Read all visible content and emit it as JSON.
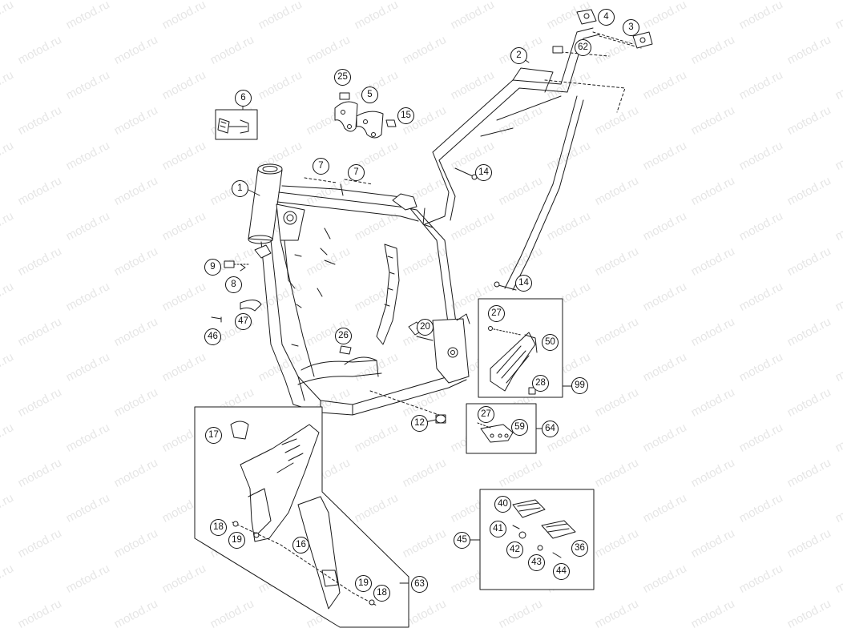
{
  "diagram": {
    "watermark_text": "motod.ru",
    "callouts": {
      "c1": "1",
      "c2": "2",
      "c3": "3",
      "c4": "4",
      "c5": "5",
      "c6": "6",
      "c7a": "7",
      "c7b": "7",
      "c8": "8",
      "c9": "9",
      "c12": "12",
      "c14a": "14",
      "c14b": "14",
      "c15": "15",
      "c16": "16",
      "c17": "17",
      "c18a": "18",
      "c18b": "18",
      "c19a": "19",
      "c19b": "19",
      "c20": "20",
      "c25": "25",
      "c26": "26",
      "c27a": "27",
      "c27b": "27",
      "c28": "28",
      "c36": "36",
      "c40": "40",
      "c41": "41",
      "c42": "42",
      "c43": "43",
      "c44": "44",
      "c45": "45",
      "c46": "46",
      "c47": "47",
      "c50": "50",
      "c59": "59",
      "c62": "62",
      "c63": "63",
      "c64": "64",
      "c99": "99"
    }
  }
}
